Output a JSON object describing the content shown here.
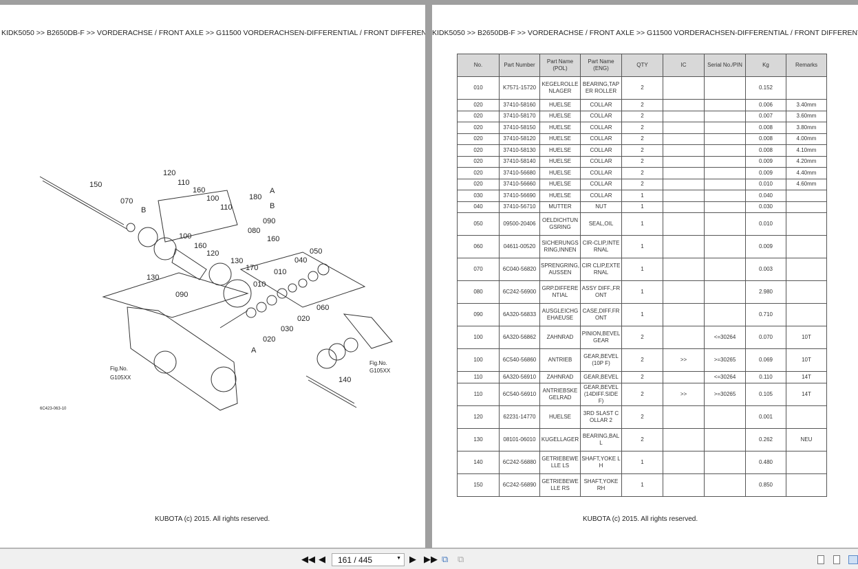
{
  "left_page": {
    "breadcrumb": "KIDK5050 >> B2650DB-F >> VORDERACHSE / FRONT AXLE >> G11500   VORDERACHSEN-DIFFERENTIAL / FRONT DIFFERENTIAL",
    "diagram_labels": [
      "150",
      "070",
      "B",
      "120",
      "110",
      "160",
      "100",
      "110",
      "180",
      "A",
      "B",
      "080",
      "090",
      "160",
      "100",
      "160",
      "120",
      "130",
      "130",
      "170",
      "010",
      "040",
      "050",
      "090",
      "010",
      "060",
      "020",
      "030",
      "020",
      "A",
      "Fig.No.",
      "G105XX",
      "Fig.No.",
      "G105XX",
      "140",
      "6C423-063-10"
    ],
    "copyright": "KUBOTA (c) 2015. All rights reserved."
  },
  "right_page": {
    "breadcrumb": "KIDK5050 >> B2650DB-F >> VORDERACHSE / FRONT AXLE >> G11500   VORDERACHSEN-DIFFERENTIAL / FRONT DIFFERENTIAL",
    "headers": [
      "No.",
      "Part Number",
      "Part Name (POL)",
      "Part Name (ENG)",
      "QTY",
      "IC",
      "Serial No./PIN",
      "Kg",
      "Remarks"
    ],
    "rows": [
      [
        "010",
        "K7571-15720",
        "KEGELROLLENLAGER",
        "BEARING,TAPER ROLLER",
        "2",
        "",
        "",
        "0.152",
        ""
      ],
      [
        "020",
        "37410-58160",
        "HUELSE",
        "COLLAR",
        "2",
        "",
        "",
        "0.006",
        "3.40mm"
      ],
      [
        "020",
        "37410-58170",
        "HUELSE",
        "COLLAR",
        "2",
        "",
        "",
        "0.007",
        "3.60mm"
      ],
      [
        "020",
        "37410-58150",
        "HUELSE",
        "COLLAR",
        "2",
        "",
        "",
        "0.008",
        "3.80mm"
      ],
      [
        "020",
        "37410-58120",
        "HUELSE",
        "COLLAR",
        "2",
        "",
        "",
        "0.008",
        "4.00mm"
      ],
      [
        "020",
        "37410-58130",
        "HUELSE",
        "COLLAR",
        "2",
        "",
        "",
        "0.008",
        "4.10mm"
      ],
      [
        "020",
        "37410-58140",
        "HUELSE",
        "COLLAR",
        "2",
        "",
        "",
        "0.009",
        "4.20mm"
      ],
      [
        "020",
        "37410-56680",
        "HUELSE",
        "COLLAR",
        "2",
        "",
        "",
        "0.009",
        "4.40mm"
      ],
      [
        "020",
        "37410-56660",
        "HUELSE",
        "COLLAR",
        "2",
        "",
        "",
        "0.010",
        "4.60mm"
      ],
      [
        "030",
        "37410-56690",
        "HUELSE",
        "COLLAR",
        "1",
        "",
        "",
        "0.040",
        ""
      ],
      [
        "040",
        "37410-56710",
        "MUTTER",
        "NUT",
        "1",
        "",
        "",
        "0.030",
        ""
      ],
      [
        "050",
        "09500-20406",
        "OELDICHTUNGSRING",
        "SEAL,OIL",
        "1",
        "",
        "",
        "0.010",
        ""
      ],
      [
        "060",
        "04611-00520",
        "SICHERUNGSRING,INNEN",
        "CIR-CLIP,INTERNAL",
        "1",
        "",
        "",
        "0.009",
        ""
      ],
      [
        "070",
        "6C040-56820",
        "SPRENGRING,AUSSEN",
        "CIR CLIP,EXTERNAL",
        "1",
        "",
        "",
        "0.003",
        ""
      ],
      [
        "080",
        "6C242-56900",
        "GRP.DIFFERENTIAL",
        "ASSY DIFF.,FRONT",
        "1",
        "",
        "",
        "2.980",
        ""
      ],
      [
        "090",
        "6A320-56833",
        "AUSGLEICHGEHAEUSE",
        "CASE,DIFF.FRONT",
        "1",
        "",
        "",
        "0.710",
        ""
      ],
      [
        "100",
        "6A320-56862",
        "ZAHNRAD",
        "PINION,BEVEL GEAR",
        "2",
        "",
        "<=30264",
        "0.070",
        "10T"
      ],
      [
        "100",
        "6C540-56860",
        "ANTRIEB",
        "GEAR,BEVEL (10P F)",
        "2",
        ">>",
        ">=30265",
        "0.069",
        "10T"
      ],
      [
        "110",
        "6A320-56910",
        "ZAHNRAD",
        "GEAR,BEVEL",
        "2",
        "",
        "<=30264",
        "0.110",
        "14T"
      ],
      [
        "110",
        "6C540-56910",
        "ANTRIEBSKEGELRAD",
        "GEAR,BEVEL (14DIFF.SIDE F)",
        "2",
        ">>",
        ">=30265",
        "0.105",
        "14T"
      ],
      [
        "120",
        "62231-14770",
        "HUELSE",
        "3RD SLAST COLLAR 2",
        "2",
        "",
        "",
        "0.001",
        ""
      ],
      [
        "130",
        "08101-06010",
        "KUGELLAGER",
        "BEARING,BALL",
        "2",
        "",
        "",
        "0.262",
        "NEU"
      ],
      [
        "140",
        "6C242-56880",
        "GETRIEBEWELLE LS",
        "SHAFT,YOKE LH",
        "1",
        "",
        "",
        "0.480",
        ""
      ],
      [
        "150",
        "6C242-56890",
        "GETRIEBEWELLE RS",
        "SHAFT,YOKE RH",
        "1",
        "",
        "",
        "0.850",
        ""
      ]
    ],
    "copyright": "KUBOTA (c) 2015. All rights reserved."
  },
  "toolbar": {
    "first_icon": "first-page-icon",
    "prev_icon": "prev-page-icon",
    "page_value": "161 / 445",
    "next_icon": "next-page-icon",
    "last_icon": "last-page-icon"
  }
}
